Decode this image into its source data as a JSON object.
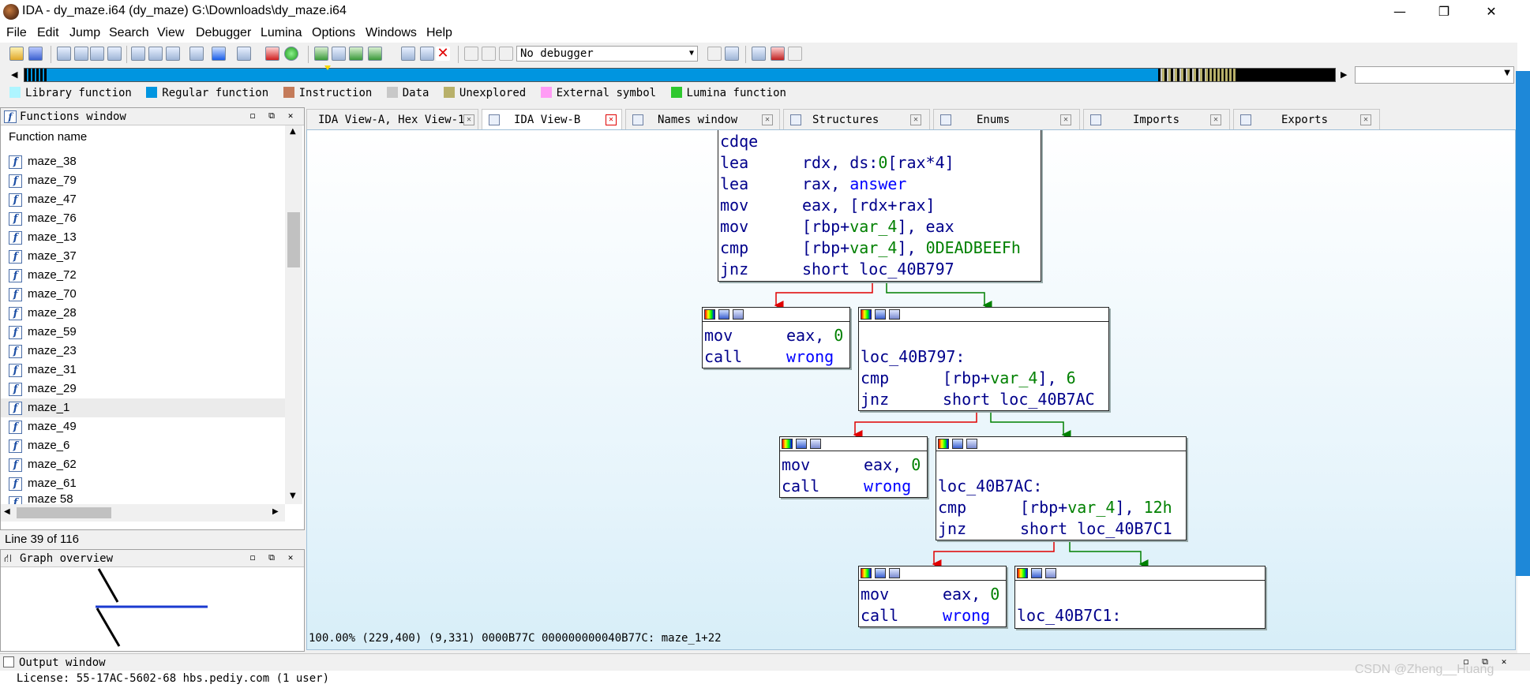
{
  "window": {
    "title": "IDA - dy_maze.i64 (dy_maze) G:\\Downloads\\dy_maze.i64",
    "minimize": "—",
    "maximize": "❐",
    "close": "✕"
  },
  "menu": [
    "File",
    "Edit",
    "Jump",
    "Search",
    "View",
    "Debugger",
    "Lumina",
    "Options",
    "Windows",
    "Help"
  ],
  "toolbar": {
    "debugger_select": "No debugger"
  },
  "legend": [
    {
      "label": "Library function",
      "color": "#aef5ff"
    },
    {
      "label": "Regular function",
      "color": "#0095e0"
    },
    {
      "label": "Instruction",
      "color": "#c47b5a"
    },
    {
      "label": "Data",
      "color": "#c8c8c8"
    },
    {
      "label": "Unexplored",
      "color": "#b8b06a"
    },
    {
      "label": "External symbol",
      "color": "#ff9cf5"
    },
    {
      "label": "Lumina function",
      "color": "#2fc82f"
    }
  ],
  "functions_window": {
    "title": "Functions window",
    "column_header": "Function name",
    "icon": "function-icon",
    "items": [
      "maze_38",
      "maze_79",
      "maze_47",
      "maze_76",
      "maze_13",
      "maze_37",
      "maze_72",
      "maze_70",
      "maze_28",
      "maze_59",
      "maze_23",
      "maze_31",
      "maze_29",
      "maze_1",
      "maze_49",
      "maze_6",
      "maze_62",
      "maze_61",
      "maze 58"
    ],
    "selected": "maze_1",
    "status": "Line 39 of 116"
  },
  "graph_overview": {
    "title": "Graph overview"
  },
  "tabs": [
    {
      "label": "IDA View-A, Hex View-1",
      "active": false
    },
    {
      "label": "IDA View-B",
      "active": true
    },
    {
      "label": "Names window",
      "active": false
    },
    {
      "label": "Structures",
      "active": false
    },
    {
      "label": "Enums",
      "active": false
    },
    {
      "label": "Imports",
      "active": false
    },
    {
      "label": "Exports",
      "active": false
    }
  ],
  "graph": {
    "node1": {
      "lines": [
        {
          "op": "cdqe",
          "args": ""
        },
        {
          "op": "lea",
          "args": "rdx, ds:0[rax*4]"
        },
        {
          "op": "lea",
          "args": "rax, answer"
        },
        {
          "op": "mov",
          "args": "eax, [rdx+rax]"
        },
        {
          "op": "mov",
          "args": "[rbp+var_4], eax"
        },
        {
          "op": "cmp",
          "args": "[rbp+var_4], 0DEADBEEFh"
        },
        {
          "op": "jnz",
          "args": "short loc_40B797"
        }
      ]
    },
    "wrong1": {
      "l1_op": "mov",
      "l1_args": "eax, 0",
      "l2_op": "call",
      "l2_args": "wrong"
    },
    "node2": {
      "label": "loc_40B797:",
      "l1_op": "cmp",
      "l1_args": "[rbp+var_4], 6",
      "l2_op": "jnz",
      "l2_args": "short loc_40B7AC"
    },
    "wrong2": {
      "l1_op": "mov",
      "l1_args": "eax, 0",
      "l2_op": "call",
      "l2_args": "wrong"
    },
    "node3": {
      "label": "loc_40B7AC:",
      "l1_op": "cmp",
      "l1_args": "[rbp+var_4], 12h",
      "l2_op": "jnz",
      "l2_args": "short loc_40B7C1"
    },
    "wrong3": {
      "l1_op": "mov",
      "l1_args": "eax, 0",
      "l2_op": "call",
      "l2_args": "wrong"
    },
    "node4": {
      "label": "loc_40B7C1:"
    },
    "status": "100.00% (229,400) (9,331) 0000B77C 000000000040B77C: maze_1+22"
  },
  "output_window": {
    "title": "Output window",
    "line": "  License: 55-17AC-5602-68 hbs.pediy.com (1 user)"
  },
  "watermark": "CSDN @Zheng__Huang"
}
